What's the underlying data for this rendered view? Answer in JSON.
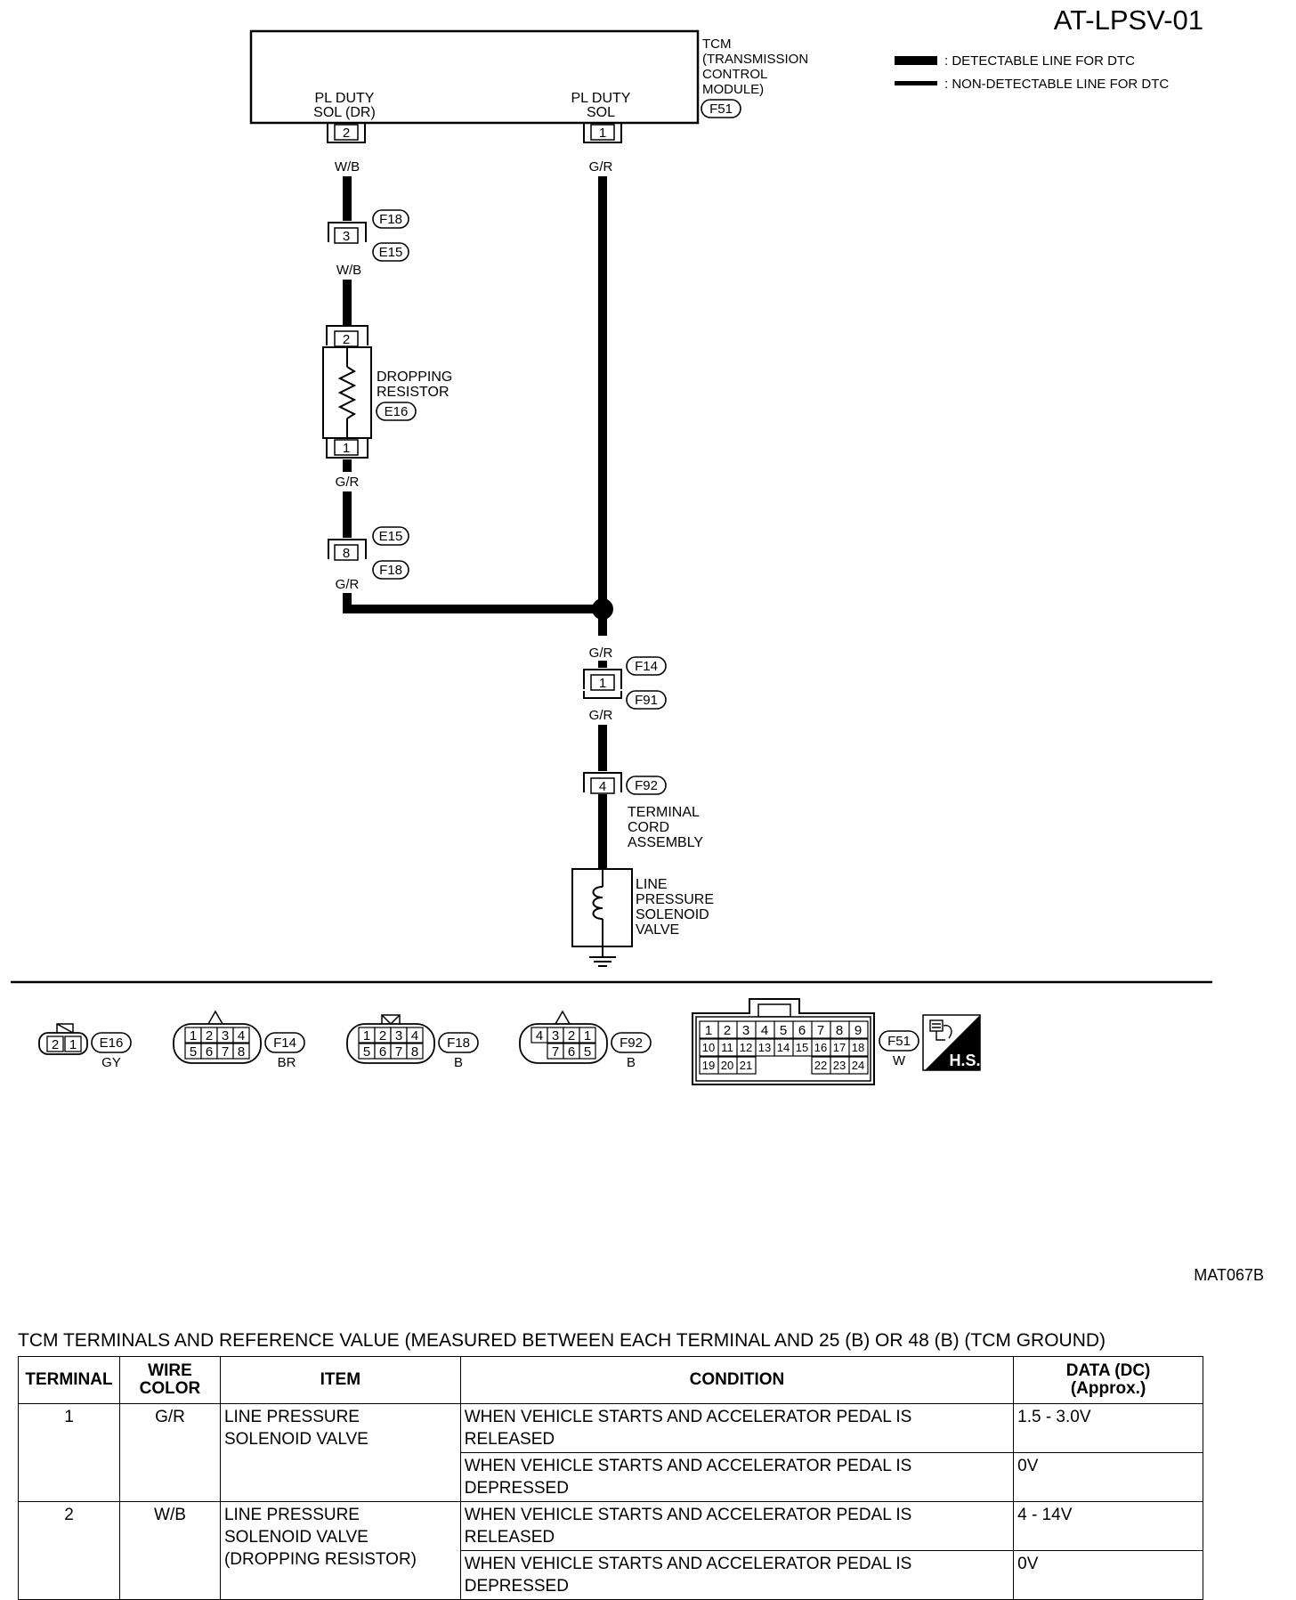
{
  "page_id": "AT-LPSV-01",
  "figure_code": "MAT067B",
  "legend": {
    "detectable": ": DETECTABLE LINE FOR DTC",
    "non_detectable": ": NON-DETECTABLE LINE FOR DTC"
  },
  "tcm": {
    "label_1": "TCM",
    "label_2": "(TRANSMISSION",
    "label_3": "CONTROL",
    "label_4": "MODULE)",
    "connector": "F51",
    "pin_dr_label_1": "PL DUTY",
    "pin_dr_label_2": "SOL (DR)",
    "pin_dr": "2",
    "pin_sol_label_1": "PL DUTY",
    "pin_sol_label_2": "SOL",
    "pin_sol": "1"
  },
  "wires": {
    "wb": "W/B",
    "gr": "G/R"
  },
  "left_branch": {
    "conn1_pin": "3",
    "conn1_a": "F18",
    "conn1_b": "E15",
    "resistor_pin_top": "2",
    "resistor_pin_bottom": "1",
    "resistor_label_1": "DROPPING",
    "resistor_label_2": "RESISTOR",
    "resistor_conn": "E16",
    "conn2_pin": "8",
    "conn2_a": "E15",
    "conn2_b": "F18"
  },
  "main_branch": {
    "conn1_pin": "1",
    "conn1_a": "F14",
    "conn1_b": "F91",
    "conn2_pin": "4",
    "conn2_a": "F92",
    "cord_1": "TERMINAL",
    "cord_2": "CORD",
    "cord_3": "ASSEMBLY",
    "valve_1": "LINE",
    "valve_2": "PRESSURE",
    "valve_3": "SOLENOID",
    "valve_4": "VALVE"
  },
  "connectors": {
    "e16": {
      "id": "E16",
      "color": "GY",
      "pins": [
        "2",
        "1"
      ]
    },
    "f14": {
      "id": "F14",
      "color": "BR",
      "row1": [
        "1",
        "2",
        "3",
        "4"
      ],
      "row2": [
        "5",
        "6",
        "7",
        "8"
      ]
    },
    "f18": {
      "id": "F18",
      "color": "B",
      "row1": [
        "1",
        "2",
        "3",
        "4"
      ],
      "row2": [
        "5",
        "6",
        "7",
        "8"
      ]
    },
    "f92": {
      "id": "F92",
      "color": "B",
      "row1": [
        "4",
        "3",
        "2",
        "1"
      ],
      "row2": [
        "7",
        "6",
        "5"
      ]
    },
    "f51": {
      "id": "F51",
      "color": "W",
      "row1": [
        "1",
        "2",
        "3",
        "4",
        "5",
        "6",
        "7",
        "8",
        "9"
      ],
      "row2": [
        "10",
        "11",
        "12",
        "13",
        "14",
        "15",
        "16",
        "17",
        "18"
      ],
      "row3a": [
        "19",
        "20",
        "21"
      ],
      "row3b": [
        "22",
        "23",
        "24"
      ]
    },
    "hs_label": "H.S."
  },
  "table": {
    "caption": "TCM TERMINALS AND REFERENCE VALUE (MEASURED BETWEEN EACH TERMINAL AND 25 (B) OR 48 (B) (TCM GROUND)",
    "headers": {
      "terminal": "TERMINAL",
      "wire_color": "WIRE COLOR",
      "item": "ITEM",
      "condition": "CONDITION",
      "data_1": "DATA (DC)",
      "data_2": "(Approx.)"
    },
    "rows": [
      {
        "terminal": "1",
        "wire_color": "G/R",
        "item": "LINE PRESSURE\nSOLENOID VALVE",
        "cond_a": "WHEN VEHICLE STARTS AND ACCELERATOR PEDAL IS\nRELEASED",
        "data_a": "1.5 - 3.0V",
        "cond_b": "WHEN VEHICLE STARTS AND ACCELERATOR PEDAL IS\nDEPRESSED",
        "data_b": "0V"
      },
      {
        "terminal": "2",
        "wire_color": "W/B",
        "item": "LINE PRESSURE\nSOLENOID VALVE\n(DROPPING RESISTOR)",
        "cond_a": "WHEN VEHICLE STARTS AND ACCELERATOR PEDAL IS\nRELEASED",
        "data_a": "4 - 14V",
        "cond_b": "WHEN VEHICLE STARTS AND ACCELERATOR PEDAL IS\nDEPRESSED",
        "data_b": "0V"
      }
    ]
  }
}
